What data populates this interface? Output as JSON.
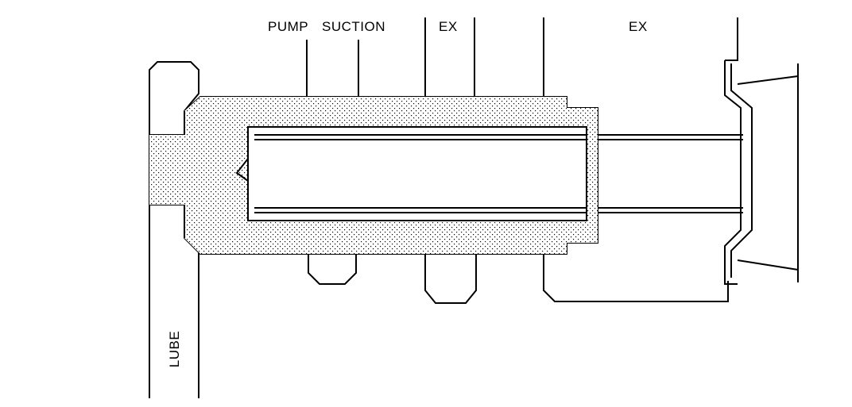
{
  "labels": {
    "pump": "PUMP",
    "suction": "SUCTION",
    "ex_left": "EX",
    "ex_right": "EX",
    "lube": "LUBE"
  },
  "colors": {
    "stroke": "#000000",
    "background": "#ffffff",
    "stipple": "#000000"
  }
}
